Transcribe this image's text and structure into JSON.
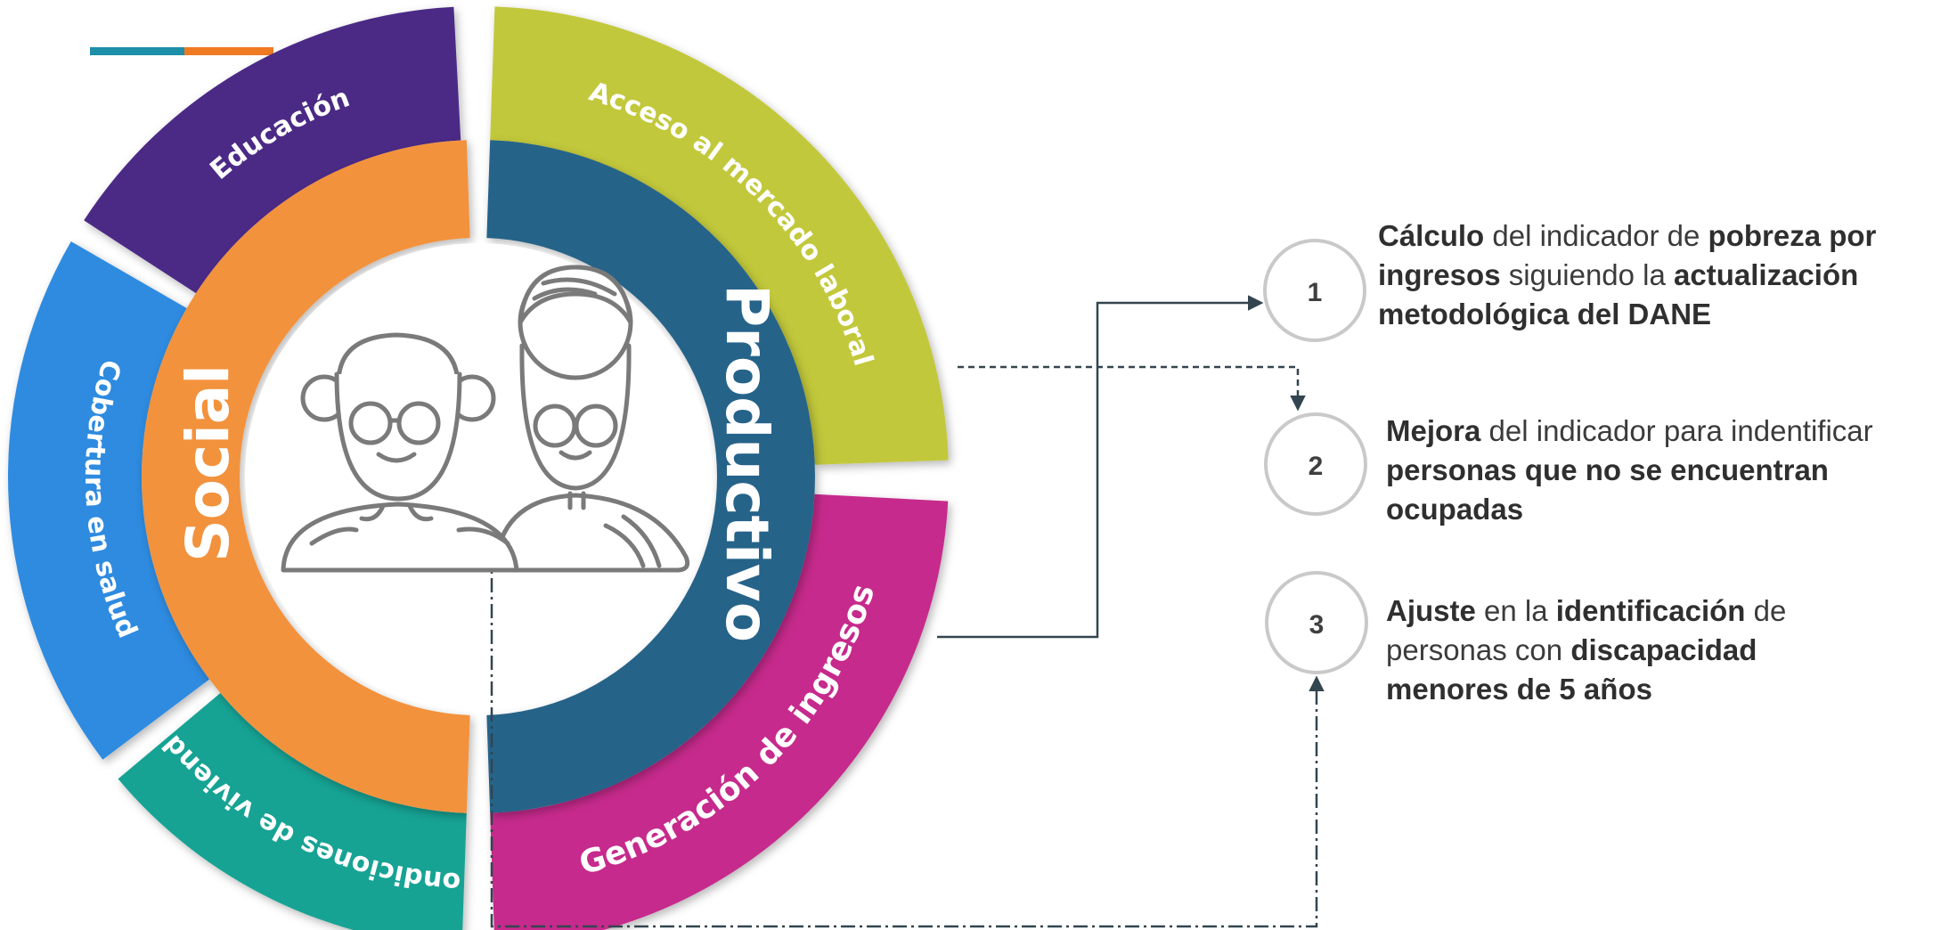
{
  "diagram": {
    "outer_ring": [
      {
        "label": "Educación",
        "color": "#4b2a86"
      },
      {
        "label": "Acceso al mercado laboral",
        "color": "#c2c83a"
      },
      {
        "label": "Cobertura en salud",
        "color": "#2f8be0"
      },
      {
        "label": "Generación de ingresos",
        "color": "#c62a8c"
      },
      {
        "label": "Condiciones de vivienda",
        "color": "#17a394"
      }
    ],
    "inner_ring": [
      {
        "label": "Social",
        "color": "#f2923c"
      },
      {
        "label": "Productivo",
        "color": "#276389"
      }
    ],
    "center_icon": "elderly-couple-icon",
    "accent_colors": {
      "teal": "#1d8fa8",
      "orange": "#f07a22"
    }
  },
  "steps": [
    {
      "number": "1",
      "parts": [
        {
          "text": "Cálculo",
          "bold": true
        },
        {
          "text": " del indicador de ",
          "bold": false
        },
        {
          "text": "pobreza por ingresos",
          "bold": true
        },
        {
          "text": " siguiendo la ",
          "bold": false
        },
        {
          "text": "actualización metodológica del DANE",
          "bold": true
        }
      ]
    },
    {
      "number": "2",
      "parts": [
        {
          "text": "Mejora",
          "bold": true
        },
        {
          "text": " del indicador para indentificar ",
          "bold": false
        },
        {
          "text": "personas que no se encuentran ocupadas",
          "bold": true
        }
      ]
    },
    {
      "number": "3",
      "parts": [
        {
          "text": "Ajuste",
          "bold": true
        },
        {
          "text": " en la ",
          "bold": false
        },
        {
          "text": "identificación",
          "bold": true
        },
        {
          "text": " de personas con ",
          "bold": false
        },
        {
          "text": "discapacidad menores de 5 años",
          "bold": true
        }
      ]
    }
  ]
}
